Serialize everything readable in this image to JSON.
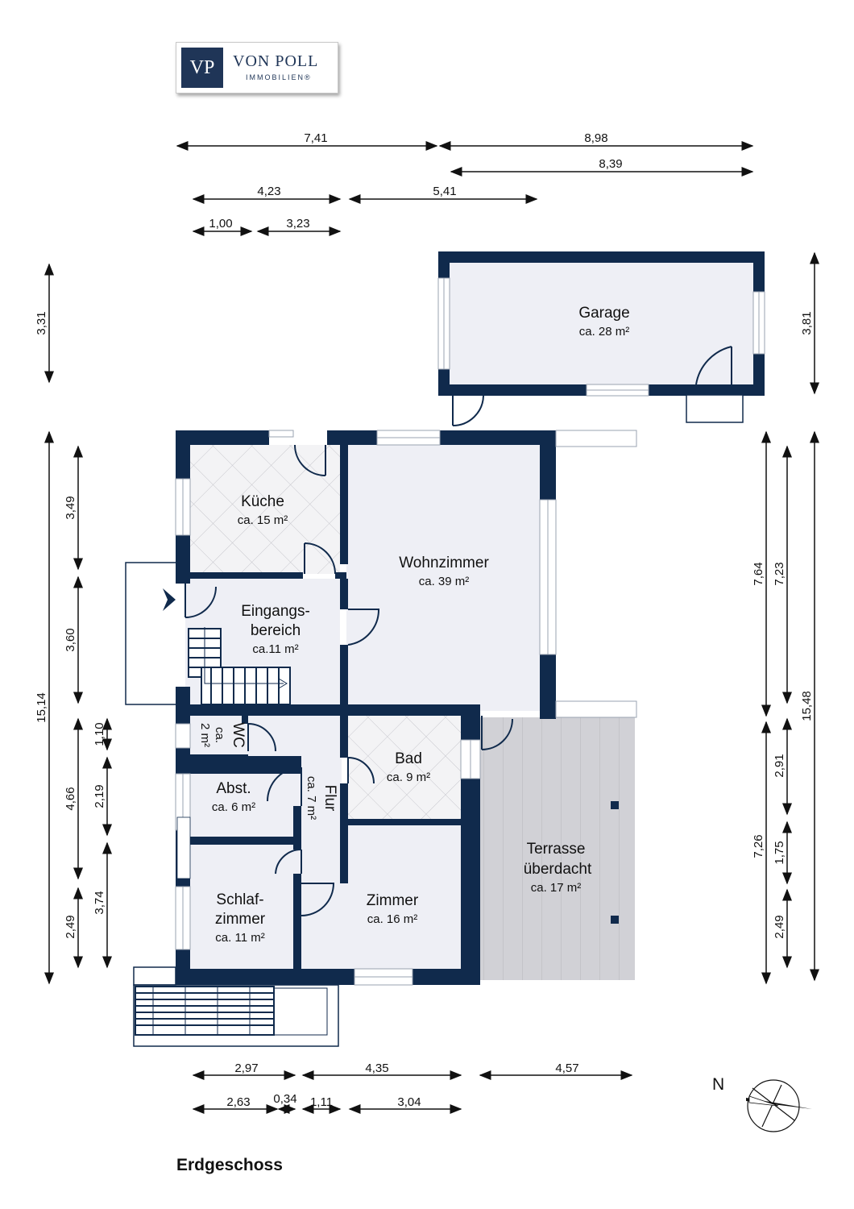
{
  "logo": {
    "mark": "VP",
    "name": "VON POLL",
    "sub": "IMMOBILIEN®"
  },
  "floor_label": "Erdgeschoss",
  "north_label": "N",
  "rooms": {
    "garage": {
      "name": "Garage",
      "area": "ca. 28 m²"
    },
    "kueche": {
      "name": "Küche",
      "area": "ca. 15 m²"
    },
    "wohn": {
      "name": "Wohnzimmer",
      "area": "ca. 39 m²"
    },
    "eingang": {
      "name1": "Eingangs-",
      "name2": "bereich",
      "area": "ca.11 m²"
    },
    "wc": {
      "name": "WC",
      "area1": "ca.",
      "area2": "2 m²"
    },
    "abst": {
      "name": "Abst.",
      "area": "ca. 6 m²"
    },
    "flur": {
      "name": "Flur",
      "area": "ca. 7 m²"
    },
    "bad": {
      "name": "Bad",
      "area": "ca. 9 m²"
    },
    "terrasse": {
      "name1": "Terrasse",
      "name2": "überdacht",
      "area": "ca. 17 m²"
    },
    "schlaf": {
      "name1": "Schlaf-",
      "name2": "zimmer",
      "area": "ca. 11 m²"
    },
    "zimmer": {
      "name": "Zimmer",
      "area": "ca. 16 m²"
    }
  },
  "dims": {
    "top": {
      "d1": "7,41",
      "d2": "8,98",
      "d3": "8,39",
      "d4": "4,23",
      "d5": "5,41",
      "d6": "1,00",
      "d7": "3,23"
    },
    "bottom": {
      "d1": "2,97",
      "d2": "4,35",
      "d3": "4,57",
      "d4": "2,63",
      "d5": "0,34",
      "d6": "1,11",
      "d7": "3,04"
    },
    "left": {
      "d1": "3,31",
      "d2": "15,14",
      "d3": "3,49",
      "d4": "3,60",
      "d5": "1,10",
      "d6": "4,66",
      "d7": "2,19",
      "d8": "3,74",
      "d9": "2,49"
    },
    "right": {
      "d1": "3,81",
      "d2": "7,64",
      "d3": "7,23",
      "d4": "15,48",
      "d5": "7,26",
      "d6": "2,91",
      "d7": "1,75",
      "d8": "2,49"
    }
  },
  "colors": {
    "wall": "#102a4c",
    "floor": "#eeeff5",
    "terrace": "#cfcfd3"
  }
}
